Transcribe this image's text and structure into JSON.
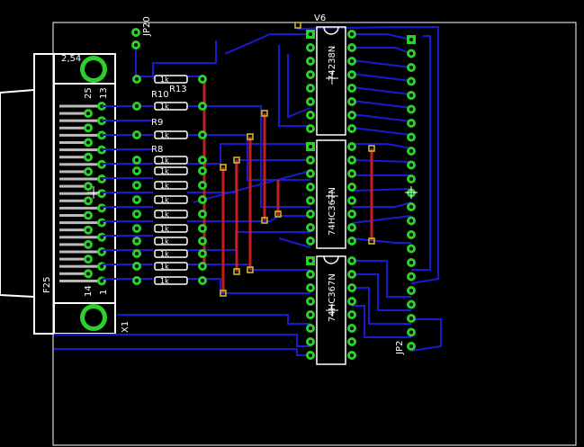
{
  "labels": {
    "jp20": "JP20",
    "grid": "2,54",
    "r13": "R13",
    "r10": "R10",
    "r9": "R9",
    "r8": "R8",
    "v6": "V6",
    "ic1": "74238N",
    "ic2": "74HC367N",
    "ic3": "74HC367N",
    "pin25": "25",
    "pin13": "13",
    "pin14": "14",
    "pin1": "1",
    "f25": "F25",
    "x1": "X1",
    "jp2": "JP2",
    "rvals": [
      "1k",
      "1k",
      "1k",
      "1k",
      "1k",
      "1k",
      "1k",
      "1k",
      "1k",
      "1k",
      "1k",
      "1k",
      "1k",
      "1k"
    ]
  },
  "colors": {
    "background": "#000000",
    "board_outline": "#ffffff",
    "top_trace": "#1a1ad0",
    "bottom_trace": "#c41e1e",
    "pad": "#2bd12b",
    "via": "#d8c22a",
    "silk": "#ffffff"
  }
}
